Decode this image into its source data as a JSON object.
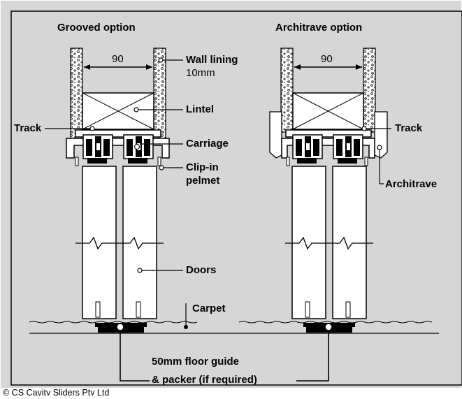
{
  "headings": {
    "grooved": "Grooved option",
    "architrave": "Architrave option"
  },
  "dimensions": {
    "left_width": "90",
    "right_width": "90"
  },
  "labels": {
    "wall_lining": "Wall lining",
    "wall_lining_thickness": "10mm",
    "lintel": "Lintel",
    "track_left": "Track",
    "track_right": "Track",
    "carriage": "Carriage",
    "clip_in_line1": "Clip-in",
    "clip_in_line2": "pelmet",
    "architrave": "Architrave",
    "doors": "Doors",
    "carpet": "Carpet",
    "floor_guide_line1": "50mm floor guide",
    "floor_guide_line2": "& packer (if required)"
  },
  "copyright": "© CS Cavity Sliders Pty Ltd",
  "colors": {
    "panel": "#d6d6d6",
    "ink": "#000000",
    "white": "#ffffff"
  }
}
